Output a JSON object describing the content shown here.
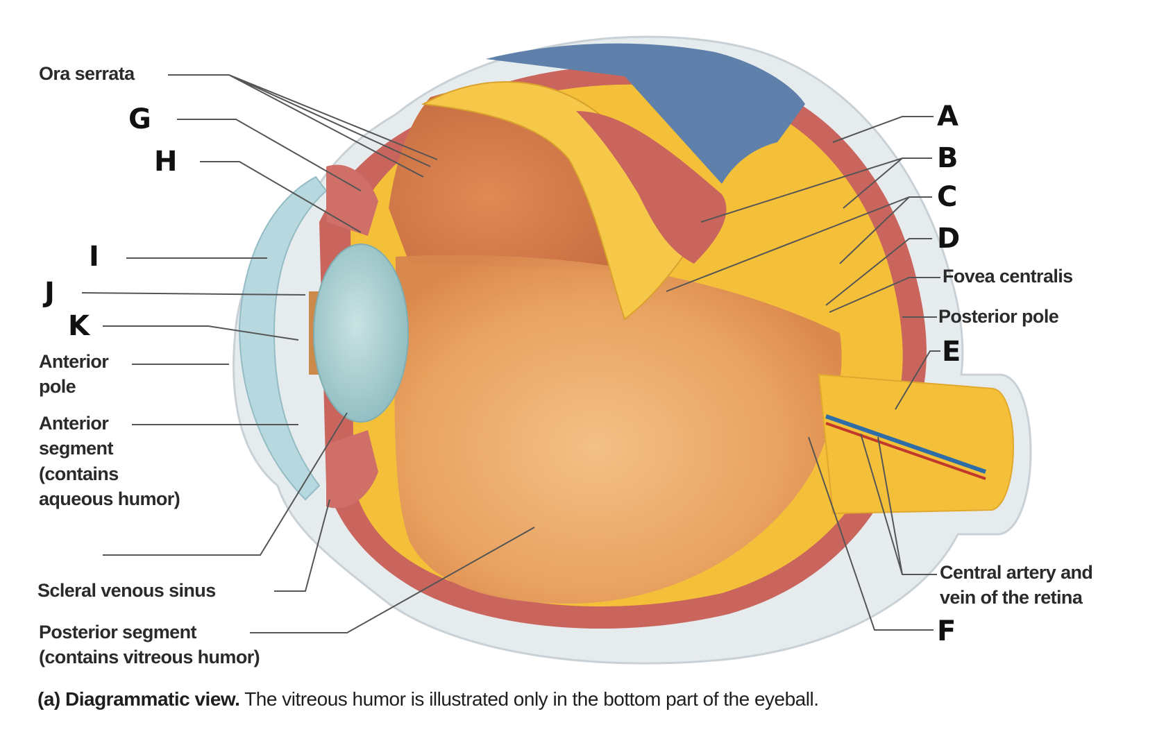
{
  "labels": {
    "ora_serrata": "Ora serrata",
    "fovea_centralis": "Fovea centralis",
    "posterior_pole": "Posterior pole",
    "anterior_pole_line1": "Anterior",
    "anterior_pole_line2": "pole",
    "anterior_segment_line1": "Anterior",
    "anterior_segment_line2": "segment",
    "anterior_segment_line3": "(contains",
    "anterior_segment_line4": "aqueous humor)",
    "scleral_venous_sinus": "Scleral venous sinus",
    "posterior_segment_line1": "Posterior segment",
    "posterior_segment_line2": "(contains vitreous humor)",
    "central_artery_line1": "Central artery and",
    "central_artery_line2": "vein of the retina"
  },
  "letters": {
    "a": "A",
    "b": "B",
    "c": "C",
    "d": "D",
    "e": "E",
    "f": "F",
    "g": "G",
    "h": "H",
    "i": "I",
    "j": "J",
    "k": "K"
  },
  "caption": {
    "prefix": "(a) Diagrammatic view.",
    "text": " The vitreous humor is illustrated only in the bottom part of the eyeball."
  },
  "colors": {
    "sclera": "#e7ecef",
    "choroid": "#c8625c",
    "retina": "#f5c23a",
    "interior": "#e9a35f",
    "vitreous": "#f0b478",
    "cornea": "#b9d9e0",
    "lens": "#a9cdd0",
    "blue_region": "#5f7fa8",
    "leader_line": "#555555"
  }
}
